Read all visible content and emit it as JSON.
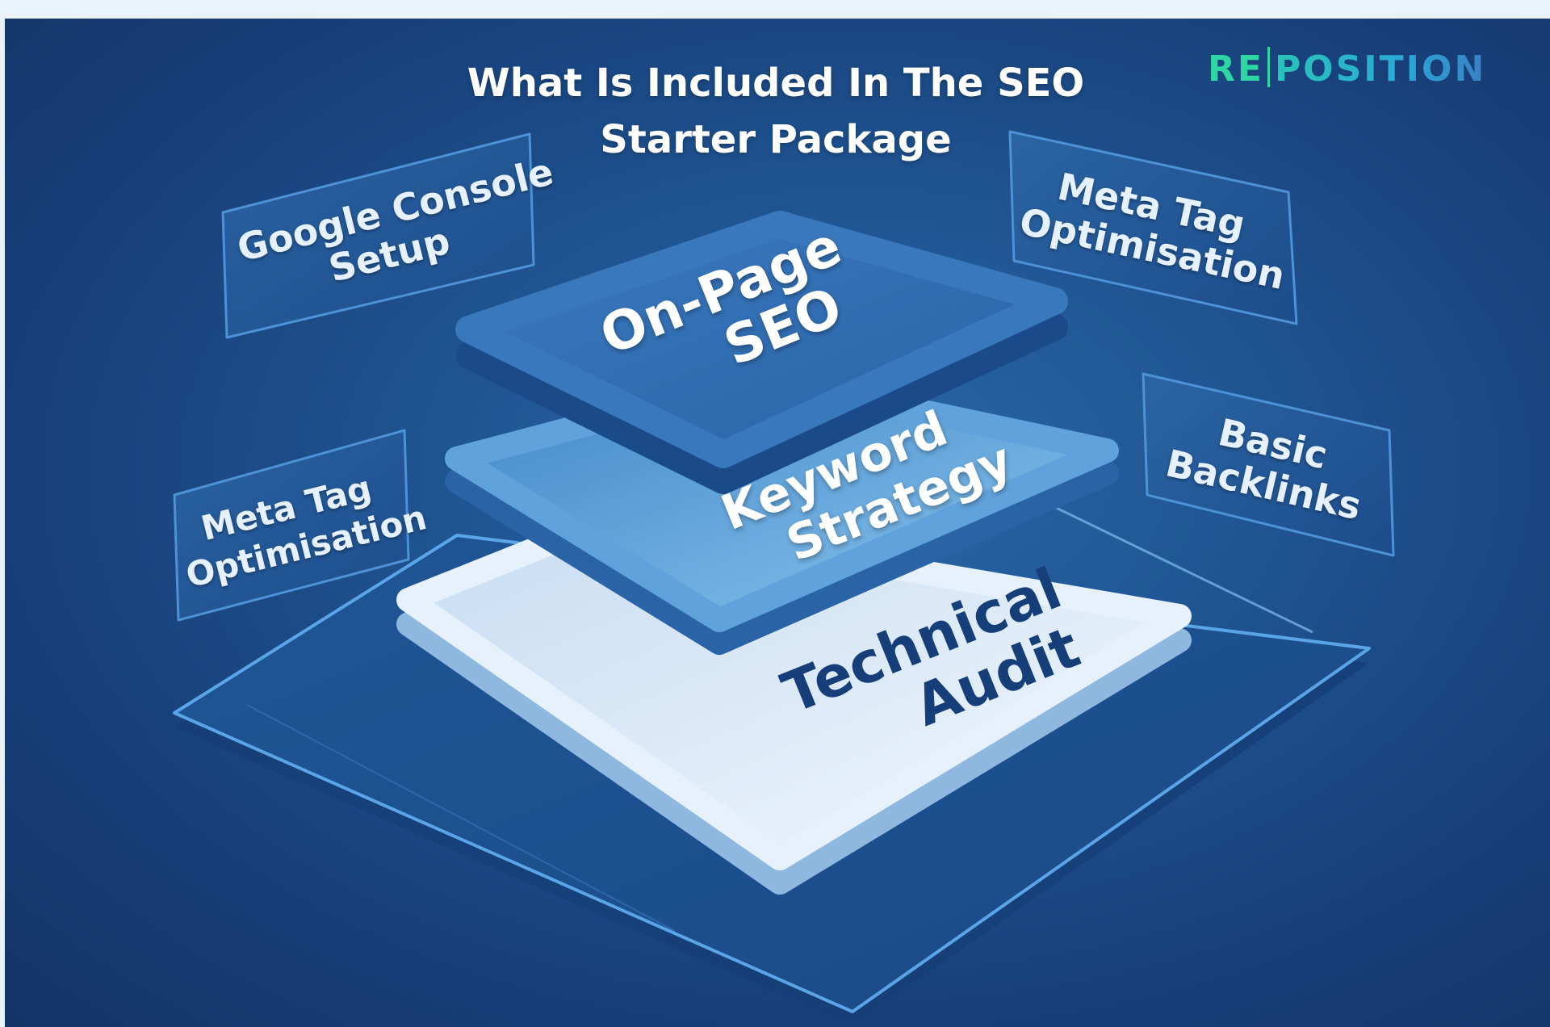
{
  "title": {
    "line1": "What Is Included In The SEO",
    "line2": "Starter Package"
  },
  "logo": {
    "part1": "RE",
    "part2": "POSITION"
  },
  "layers": {
    "top": {
      "line1": "On-Page",
      "line2": "SEO"
    },
    "middle": {
      "line1": "Keyword",
      "line2": "Strategy"
    },
    "bottom": {
      "line1": "Technical",
      "line2": "Audit"
    }
  },
  "cards": {
    "google_console": {
      "line1": "Google Console",
      "line2": "Setup"
    },
    "meta_tag_right": {
      "line1": "Meta Tag",
      "line2": "Optimisation"
    },
    "meta_tag_left": {
      "line1": "Meta Tag",
      "line2": "Optimisation"
    },
    "backlinks": {
      "line1": "Basic",
      "line2": "Backlinks"
    }
  },
  "colors": {
    "background_dark": "#143466",
    "tile_top": "#2f6bb0",
    "tile_middle": "#4a8fd0",
    "tile_bottom": "#dbe9f8",
    "accent_logo": "#2fd6a4"
  }
}
